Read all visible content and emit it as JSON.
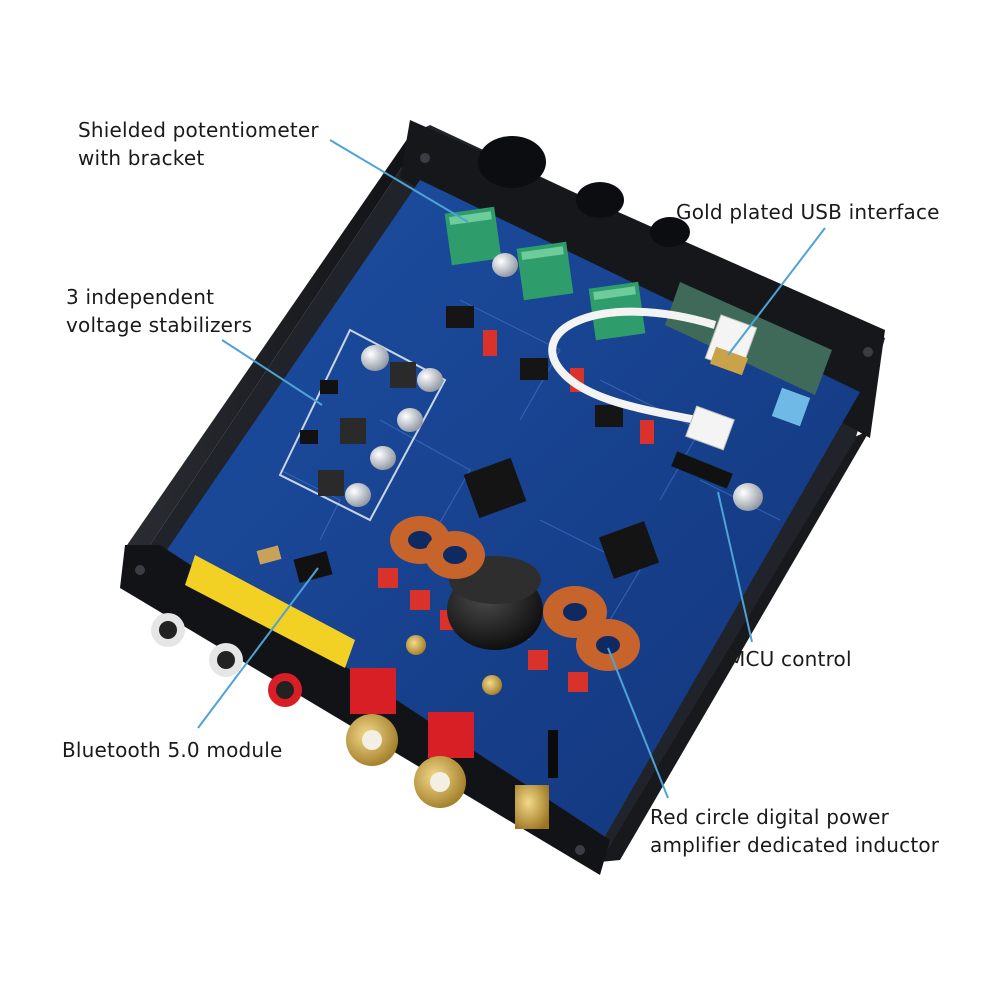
{
  "callouts": {
    "potentiometer": {
      "line1": "Shielded potentiometer",
      "line2": "with bracket"
    },
    "stabilizers": {
      "line1": "3 independent",
      "line2": "voltage stabilizers"
    },
    "usb": {
      "line1": "Gold plated USB interface"
    },
    "mcu": {
      "line1": "MCU control"
    },
    "bluetooth": {
      "line1": "Bluetooth 5.0 module"
    },
    "inductor": {
      "line1": "Red circle digital power",
      "line2": "amplifier dedicated inductor"
    }
  },
  "colors": {
    "pcb": "#16408c",
    "chassis": "#1b1d22",
    "callout_line": "#4da3d6",
    "label_text": "#1a1a1a",
    "potentiometer_green": "#2f9d6b",
    "inductor_copper": "#c7642c",
    "binding_post_red": "#d81f26",
    "connector_yellow": "#f2d024"
  }
}
